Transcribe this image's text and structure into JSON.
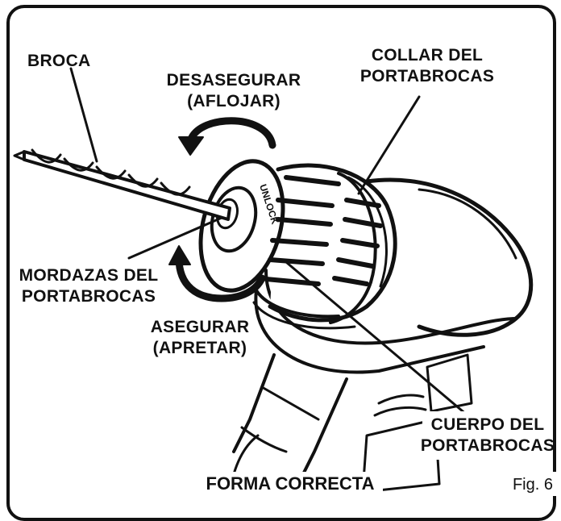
{
  "labels": {
    "broca": "BROCA",
    "desasegurar_1": "DESASEGURAR",
    "desasegurar_2": "(AFLOJAR)",
    "collar_1": "COLLAR DEL",
    "collar_2": "PORTABROCAS",
    "mordazas_1": "MORDAZAS DEL",
    "mordazas_2": "PORTABROCAS",
    "asegurar_1": "ASEGURAR",
    "asegurar_2": "(APRETAR)",
    "cuerpo_1": "CUERPO DEL",
    "cuerpo_2": "PORTABROCAS"
  },
  "engraving": "UNLOCK",
  "caption": "FORMA CORRECTA",
  "figure_number": "Fig. 6"
}
